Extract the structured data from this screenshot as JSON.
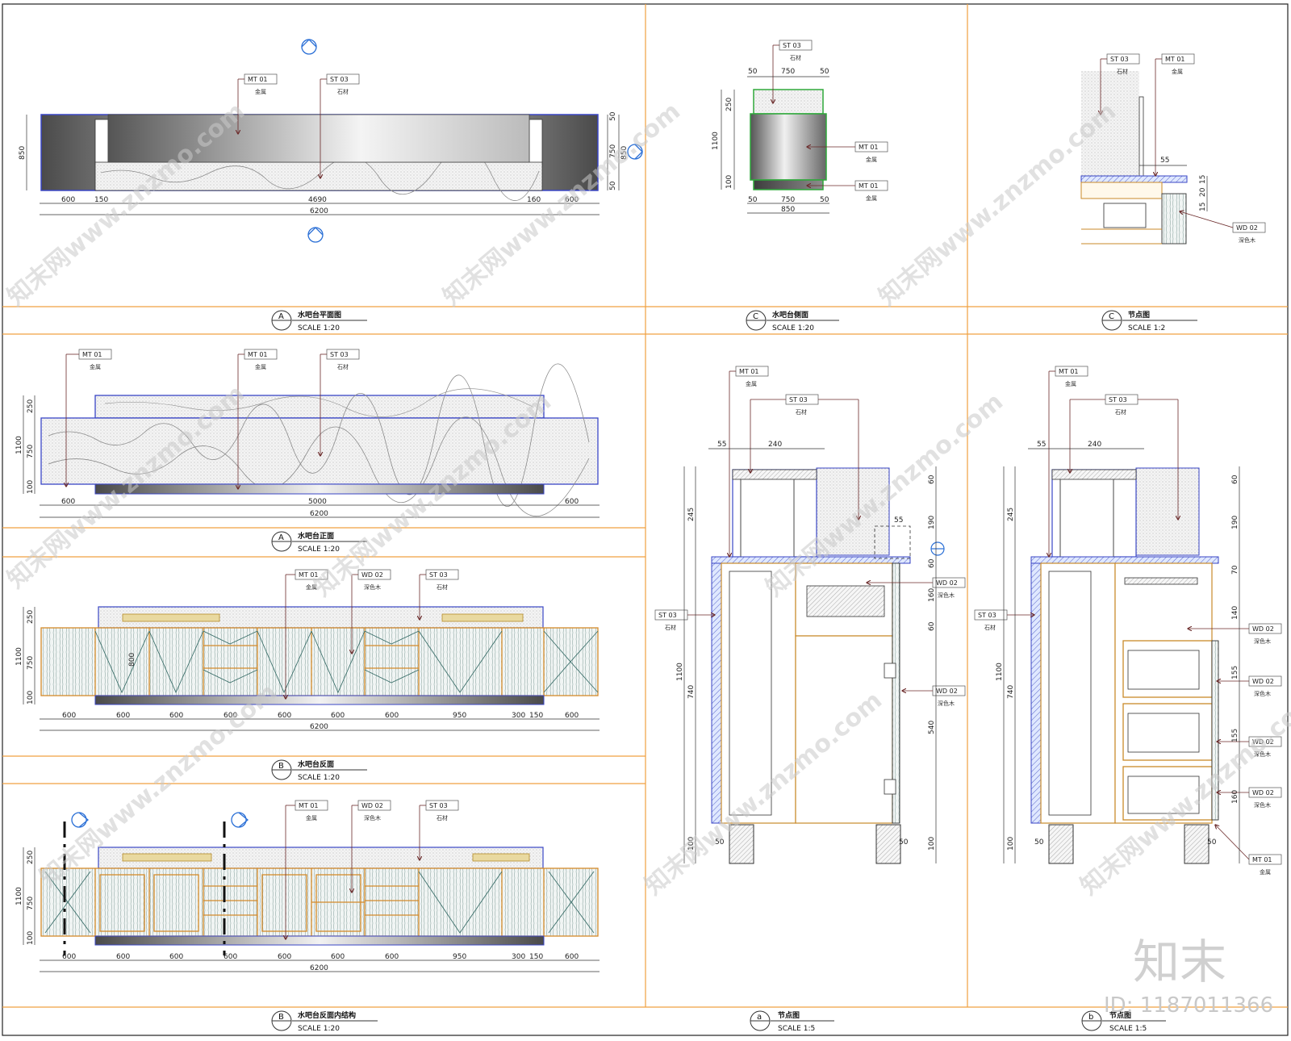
{
  "watermark": {
    "site": "知末网www.znzmo.com",
    "brand": "知末",
    "id_label": "ID: 1187011366"
  },
  "materials": {
    "mt": {
      "code": "MT 01",
      "name": "金属"
    },
    "st": {
      "code": "ST 03",
      "name": "石材"
    },
    "wd": {
      "code": "WD 02",
      "name": "深色木"
    }
  },
  "panels": {
    "plan": {
      "key": "A",
      "title": "水吧台平面图",
      "scale": "SCALE 1:20"
    },
    "side": {
      "key": "C",
      "title": "水吧台侧面",
      "scale": "SCALE 1:20"
    },
    "node_c": {
      "key": "C",
      "title": "节点图",
      "scale": "SCALE 1:2"
    },
    "front": {
      "key": "A",
      "title": "水吧台正面",
      "scale": "SCALE 1:20"
    },
    "back": {
      "key": "B",
      "title": "水吧台反面",
      "scale": "SCALE 1:20"
    },
    "back_inner": {
      "key": "B",
      "title": "水吧台反面内结构",
      "scale": "SCALE 1:20"
    },
    "node_a": {
      "key": "a",
      "title": "节点图",
      "scale": "SCALE 1:5"
    },
    "node_b": {
      "key": "b",
      "title": "节点图",
      "scale": "SCALE 1:5"
    }
  },
  "dims": {
    "plan_bottom": [
      "600",
      "150",
      "4690",
      "160",
      "600"
    ],
    "plan_total": "6200",
    "plan_left": "850",
    "plan_right": [
      "50",
      "750",
      "50",
      "850"
    ],
    "side_top": [
      "50",
      "750",
      "50"
    ],
    "side_bottom": [
      "50",
      "750",
      "50",
      "850"
    ],
    "side_left": [
      "1100",
      "250",
      "100"
    ],
    "node_c": [
      "55",
      "15",
      "20",
      "15"
    ],
    "front_bottom": [
      "600",
      "5000",
      "600"
    ],
    "front_total": "6200",
    "front_left": [
      "1100",
      "250",
      "750",
      "100"
    ],
    "back_bottom": [
      "600",
      "600",
      "600",
      "600",
      "600",
      "600",
      "600",
      "950",
      "300",
      "150",
      "600"
    ],
    "back_total": "6200",
    "back_left": [
      "1100",
      "250",
      "750",
      "100"
    ],
    "back_inner_text": "800",
    "node_top": [
      "55",
      "240"
    ],
    "node_a_left": [
      "1100",
      "245",
      "740",
      "100"
    ],
    "node_a_right": [
      "60",
      "190",
      "60",
      "160",
      "60",
      "540",
      "100"
    ],
    "node_a_misc": [
      "55",
      "50",
      "50"
    ],
    "node_b_right": [
      "60",
      "190",
      "70",
      "140",
      "155",
      "155",
      "160"
    ],
    "node_b_misc": [
      "50",
      "50"
    ]
  }
}
